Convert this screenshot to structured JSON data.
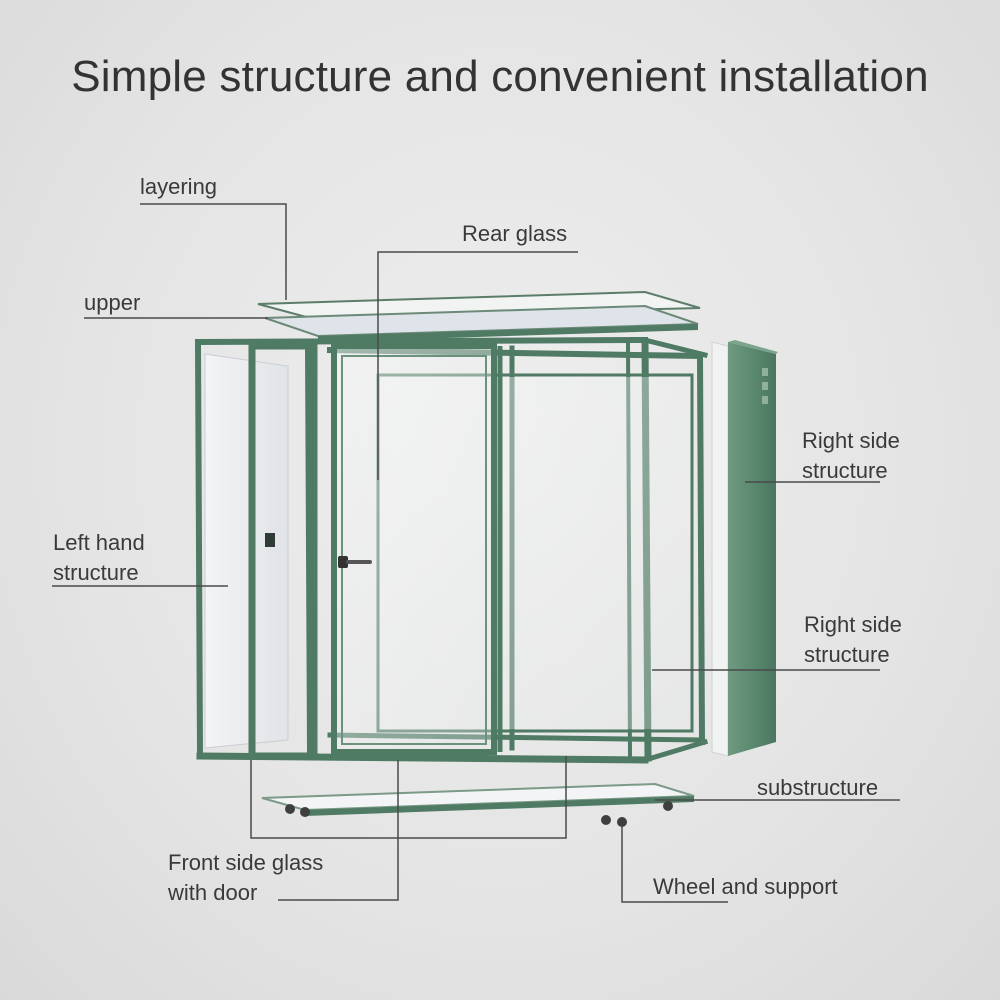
{
  "title": "Simple structure and convenient installation",
  "labels": {
    "layering": "layering",
    "rear_glass": "Rear glass",
    "upper": "upper",
    "right_side_1_line1": "Right side",
    "right_side_1_line2": "structure",
    "left_hand_line1": "Left hand",
    "left_hand_line2": "structure",
    "right_side_2_line1": "Right side",
    "right_side_2_line2": "structure",
    "substructure": "substructure",
    "front_glass_line1": "Front side glass",
    "front_glass_line2": "with door",
    "wheel_support": "Wheel and support"
  },
  "colors": {
    "frame_green": "#4f7a64",
    "panel_green": "#5b8a70",
    "leader_line": "#4a4a4a",
    "glass": "#f4f6f6"
  }
}
